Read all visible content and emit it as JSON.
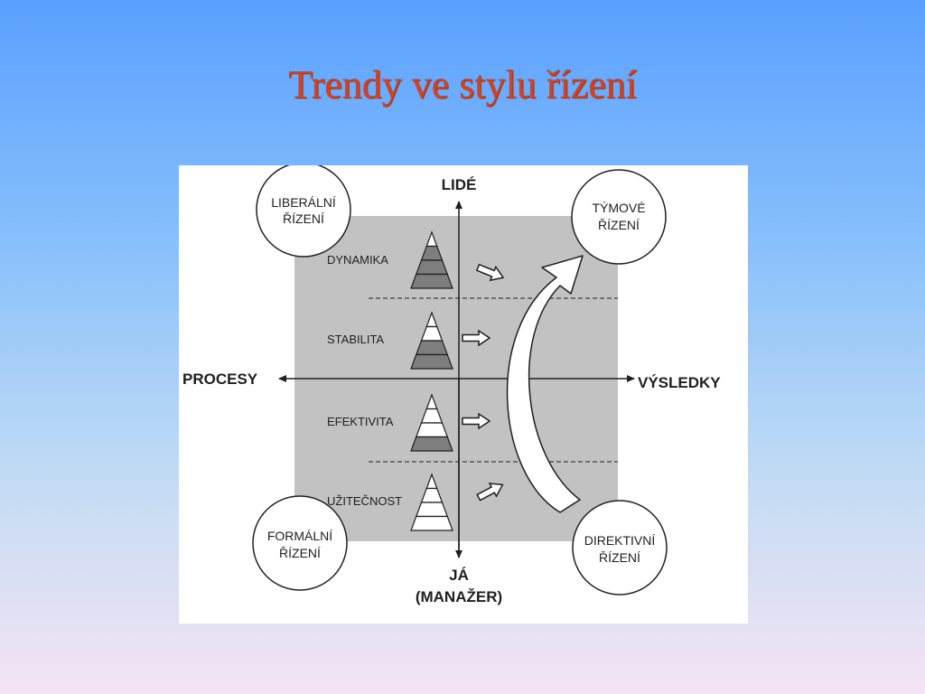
{
  "slide": {
    "title": "Trendy ve stylu řízení"
  },
  "diagram": {
    "axes": {
      "top": "LIDÉ",
      "bottom_line1": "JÁ",
      "bottom_line2": "(MANAŽER)",
      "left": "PROCESY",
      "right": "VÝSLEDKY"
    },
    "corners": {
      "top_left": {
        "line1": "LIBERÁLNÍ",
        "line2": "ŘÍZENÍ"
      },
      "top_right": {
        "line1": "TÝMOVÉ",
        "line2": "ŘÍZENÍ"
      },
      "bottom_left": {
        "line1": "FORMÁLNÍ",
        "line2": "ŘÍZENÍ"
      },
      "bottom_right": {
        "line1": "DIREKTIVNÍ",
        "line2": "ŘÍZENÍ"
      }
    },
    "levels": [
      {
        "label": "DYNAMIKA",
        "shaded_tiers": 3
      },
      {
        "label": "STABILITA",
        "shaded_tiers": 2
      },
      {
        "label": "EFEKTIVITA",
        "shaded_tiers": 1
      },
      {
        "label": "UŽITEČNOST",
        "shaded_tiers": 0
      }
    ],
    "colors": {
      "panel": "#c2c2c2",
      "pyramid_fill": "#7e7e7e",
      "line": "#1f1f1f",
      "title": "#d8401e"
    }
  }
}
